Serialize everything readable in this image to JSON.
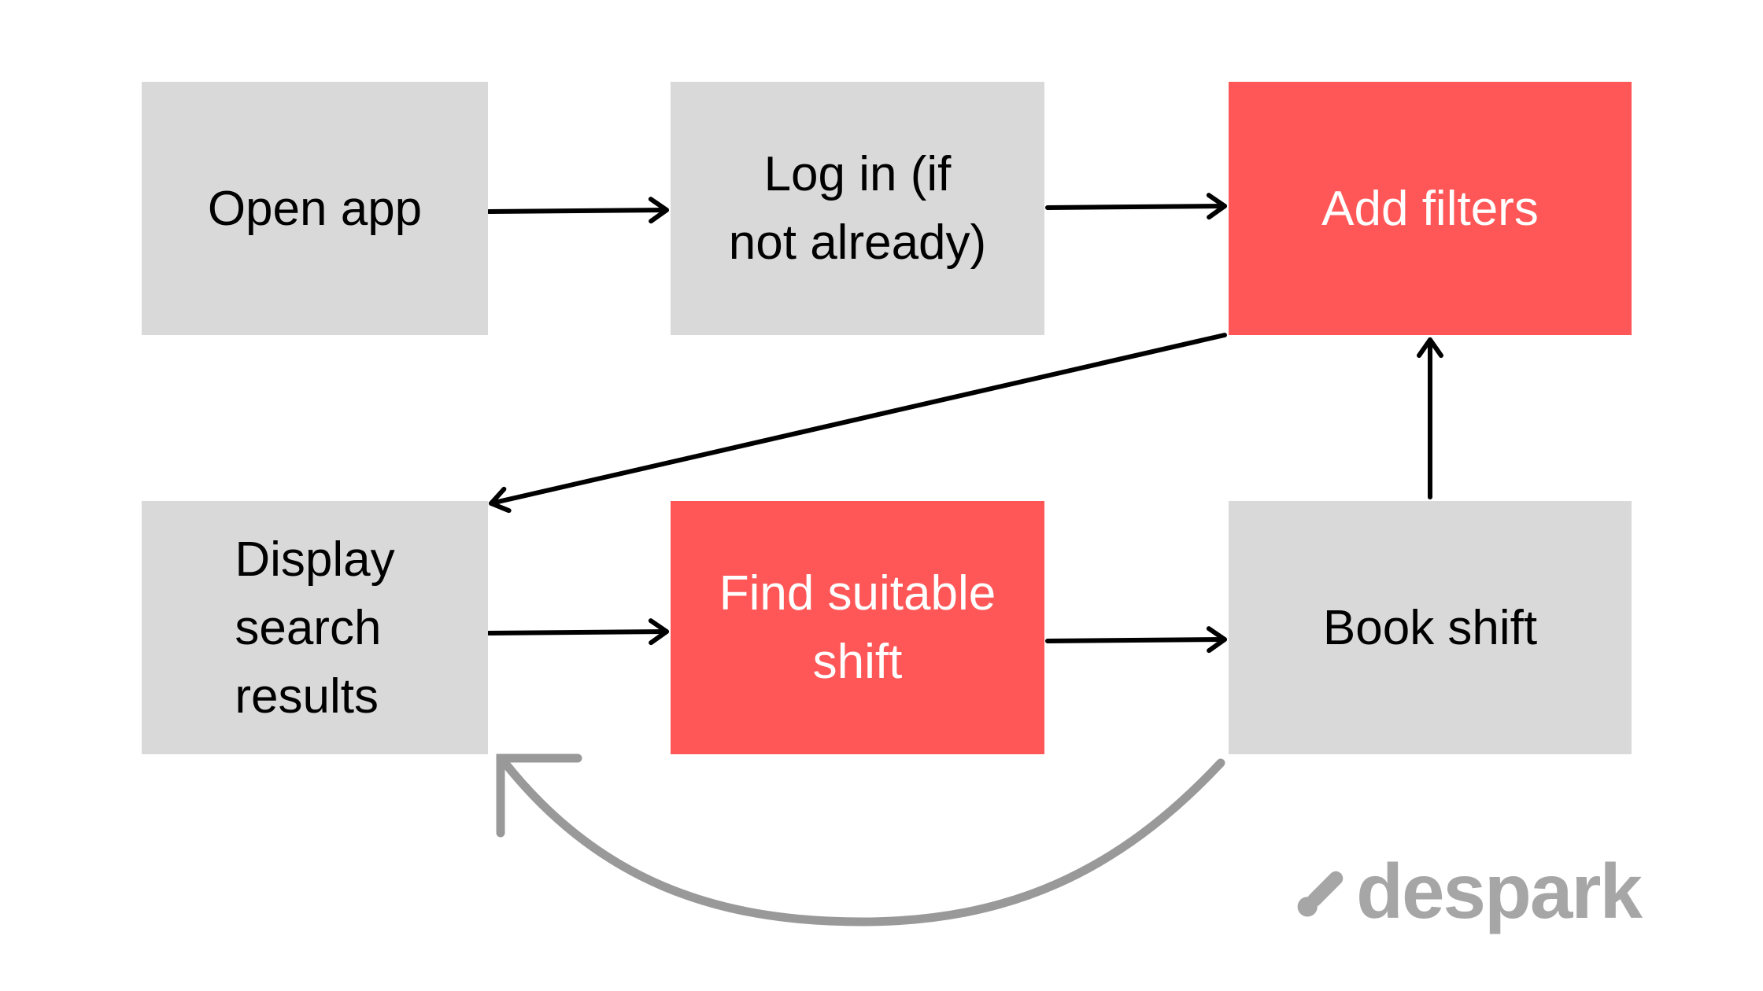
{
  "colors": {
    "node_default": "#d9d9d9",
    "node_highlight": "#ff5757",
    "text_default": "#000000",
    "text_highlight": "#ffffff",
    "arrow": "#000000",
    "loop_arrow": "#999999",
    "logo": "#a6a6a6"
  },
  "nodes": [
    {
      "id": "open_app",
      "label": "Open app",
      "highlight": false
    },
    {
      "id": "log_in",
      "label": "Log in (if\nnot already)",
      "highlight": false
    },
    {
      "id": "add_filters",
      "label": "Add filters",
      "highlight": true
    },
    {
      "id": "display_results",
      "label": "Display\nsearch\nresults",
      "highlight": false
    },
    {
      "id": "find_shift",
      "label": "Find suitable\nshift",
      "highlight": true
    },
    {
      "id": "book_shift",
      "label": "Book shift",
      "highlight": false
    }
  ],
  "edges": [
    {
      "from": "open_app",
      "to": "log_in"
    },
    {
      "from": "log_in",
      "to": "add_filters"
    },
    {
      "from": "add_filters",
      "to": "display_results"
    },
    {
      "from": "display_results",
      "to": "find_shift"
    },
    {
      "from": "find_shift",
      "to": "book_shift"
    },
    {
      "from": "book_shift",
      "to": "add_filters"
    },
    {
      "from": "book_shift",
      "to": "display_results",
      "style": "loop"
    }
  ],
  "logo": {
    "text": "despark",
    "icon": "despark-logo-mark-icon"
  }
}
